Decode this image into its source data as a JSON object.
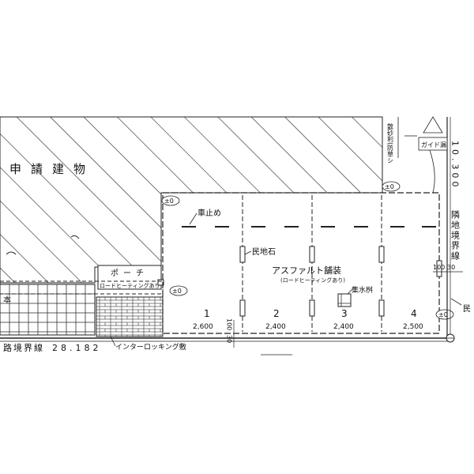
{
  "building_label": "申請建物",
  "parking": {
    "car_stop_label": "車止め",
    "curb_label": "民地石",
    "paving_label": "アスファルト舗装",
    "paving_note": "(ロードヒーティングあり)",
    "drain_label": "集水桝",
    "spaces": [
      {
        "number": "1",
        "width": "2,600"
      },
      {
        "number": "2",
        "width": "2,400"
      },
      {
        "number": "3",
        "width": "2,400"
      },
      {
        "number": "4",
        "width": "2,500"
      }
    ]
  },
  "porch": {
    "label": "ポーチ",
    "note": "ロードヒーティングあり"
  },
  "level_marks": [
    "±0",
    "±0",
    "±0",
    "±0"
  ],
  "boundaries": {
    "road_label": "路境界線",
    "road_length": "28.182",
    "neighbor_label": "隣地境界線",
    "neighbor_length": "10.300",
    "right_edge_label": "民"
  },
  "interlocking_label": "インターロッキング敷",
  "dimensions": {
    "offset_right": "100",
    "offset_right_small": "30",
    "offset_bottom_a": "30",
    "offset_bottom_b": "100"
  },
  "partial_labels": {
    "left_fragment": "本",
    "top_right_fragment": "散砂利(防草シ",
    "box_fragment": "ガイド漏"
  }
}
